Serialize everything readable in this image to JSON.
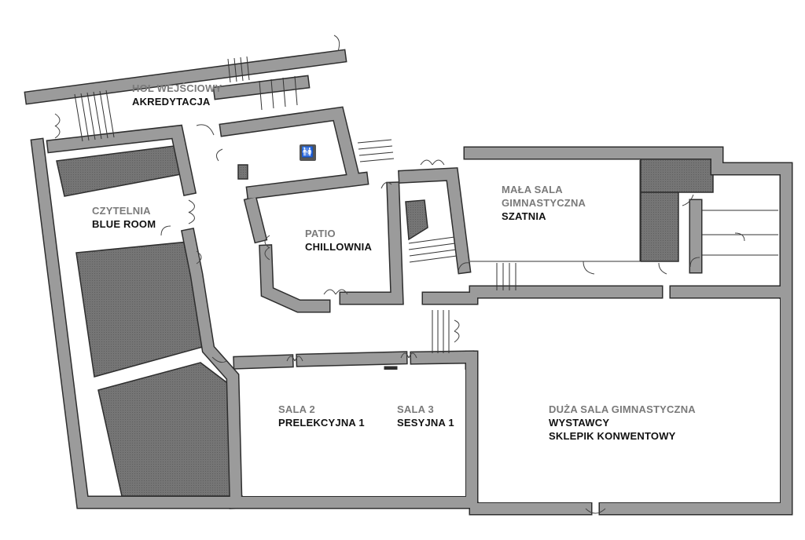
{
  "rooms": {
    "hol": {
      "subtitle": "HOL WEJŚCIOWY",
      "name": "AKREDYTACJA"
    },
    "czytelnia": {
      "subtitle": "CZYTELNIA",
      "name": "BLUE ROOM"
    },
    "patio": {
      "subtitle": "PATIO",
      "name": "CHILLOWNIA"
    },
    "mala_sala": {
      "subtitle_1": "MAŁA SALA",
      "subtitle_2": "GIMNASTYCZNA",
      "name": "SZATNIA"
    },
    "sala2": {
      "subtitle": "SALA 2",
      "name": "PRELEKCYJNA 1"
    },
    "sala3": {
      "subtitle": "SALA 3",
      "name": "SESYJNA 1"
    },
    "duza_sala": {
      "subtitle": "DUŻA SALA GIMNASTYCZNA",
      "name_1": "WYSTAWCY",
      "name_2": "SKLEPIK KONWENTOWY"
    }
  },
  "icons": {
    "restroom": "restroom-icon"
  },
  "colors": {
    "wall": "#9b9b9b",
    "outline": "#2e2e2e",
    "hatched": "#6f6f6f",
    "subtitle": "#7a7a7a",
    "name": "#111111"
  }
}
